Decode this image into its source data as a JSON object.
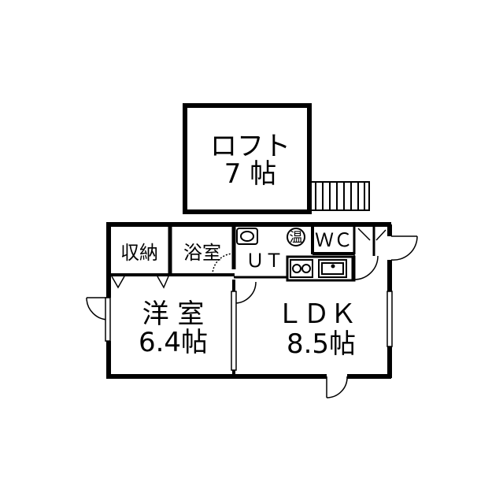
{
  "rooms": {
    "loft_name": "ロフト",
    "loft_size": "7 帖",
    "storage": "収納",
    "bath": "浴室",
    "utility": "ＵＴ",
    "water_heater": "温",
    "toilet": "ＷＣ",
    "western_name": "洋 室",
    "western_size": "6.4帖",
    "ldk_name": "ＬＤＫ",
    "ldk_size": "8.5帖"
  }
}
